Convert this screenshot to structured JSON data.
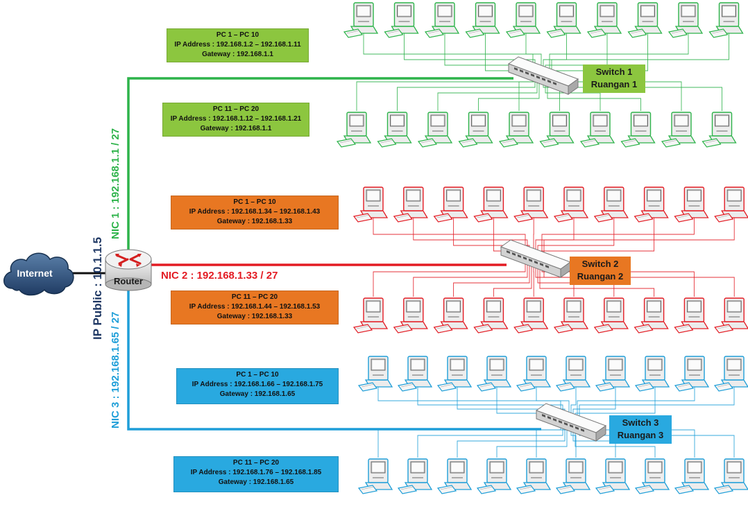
{
  "colors": {
    "green": "#2db34a",
    "red": "#e31b23",
    "blue": "#1e9ed8",
    "navy": "#1f3864",
    "box_green": "#8cc63f",
    "box_orange": "#e87722",
    "box_blue": "#29a9e0"
  },
  "internet": {
    "label": "Internet",
    "icon": "cloud-icon"
  },
  "router": {
    "label": "Router",
    "icon": "router-icon"
  },
  "ip_public": "IP Public :  10.1.1.5",
  "nic1": "NIC 1 : 192.168.1.1 / 27",
  "nic2": "NIC 2 : 192.168.1.33 / 27",
  "nic3": "NIC 3 : 192.168.1.65 / 27",
  "rooms": [
    {
      "switch": "Switch 1",
      "room": "Ruangan 1",
      "groups": [
        {
          "range": "PC 1 – PC 10",
          "ip": "IP Address : 192.168.1.2 – 192.168.1.11",
          "gateway": "Gateway : 192.168.1.1"
        },
        {
          "range": "PC 11 – PC 20",
          "ip": "IP Address : 192.168.1.12 – 192.168.1.21",
          "gateway": "Gateway : 192.168.1.1"
        }
      ]
    },
    {
      "switch": "Switch 2",
      "room": "Ruangan 2",
      "groups": [
        {
          "range": "PC 1 – PC 10",
          "ip": "IP Address : 192.168.1.34 – 192.168.1.43",
          "gateway": "Gateway : 192.168.1.33"
        },
        {
          "range": "PC 11 – PC 20",
          "ip": "IP Address : 192.168.1.44 – 192.168.1.53",
          "gateway": "Gateway : 192.168.1.33"
        }
      ]
    },
    {
      "switch": "Switch 3",
      "room": "Ruangan 3",
      "groups": [
        {
          "range": "PC 1 – PC 10",
          "ip": "IP Address : 192.168.1.66 – 192.168.1.75",
          "gateway": "Gateway : 192.168.1.65"
        },
        {
          "range": "PC 11 – PC 20",
          "ip": "IP Address : 192.168.1.76 – 192.168.1.85",
          "gateway": "Gateway : 192.168.1.65"
        }
      ]
    }
  ]
}
